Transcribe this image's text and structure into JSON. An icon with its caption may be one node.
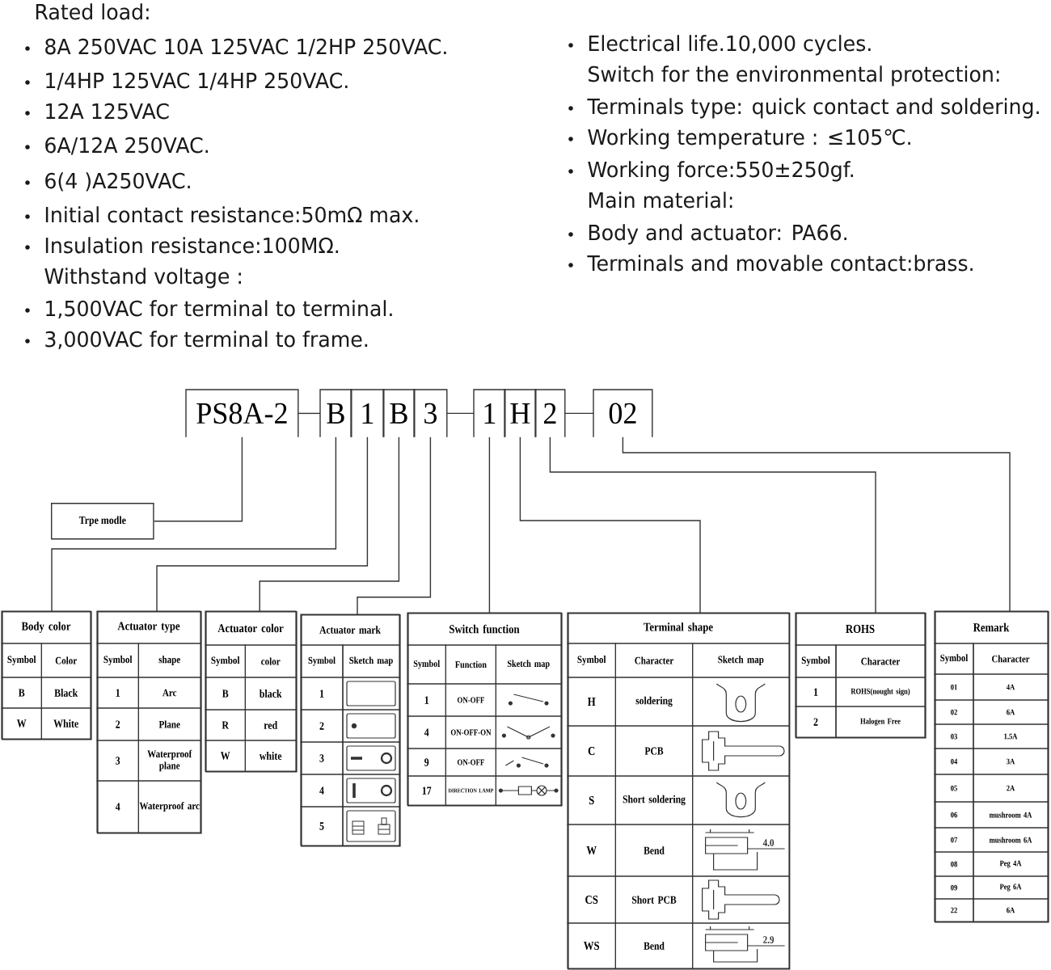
{
  "diagram": {
    "nodes": [
      {
        "text": [
          "PS8A-2"
        ]
      },
      {
        "text": [
          "B"
        ]
      },
      {
        "text": [
          "1"
        ]
      },
      {
        "text": [
          "B"
        ]
      },
      {
        "text": [
          "3"
        ]
      },
      {
        "text": [
          "1"
        ]
      },
      {
        "text": [
          "H"
        ]
      },
      {
        "text": [
          "2"
        ]
      },
      {
        "text": [
          "02"
        ]
      },
      {
        "text": [
          "Trpe modle"
        ]
      },
      {
        "text": [
          "Body color",
          "Symbol",
          "Color",
          "B",
          "Black",
          "W",
          "White"
        ]
      },
      {
        "text": [
          "Actuator type",
          "Symbol",
          "shape",
          "1",
          "Arc",
          "2",
          "Plane",
          "3",
          "Waterproof plane",
          "4",
          "Waterproof arc"
        ]
      },
      {
        "text": [
          "Actuator color",
          "Symbol",
          "color",
          "B",
          "black",
          "R",
          "red",
          "W",
          "white"
        ]
      },
      {
        "text": [
          "Actuator mark",
          "Symbol",
          "Sketch map",
          "1",
          "2",
          "3",
          "4",
          "5"
        ]
      },
      {
        "text": [
          "Switch function",
          "Symbol",
          "Function",
          "Sketch map",
          "1",
          "ON-OFF",
          "4",
          "ON-OFF-ON",
          "9",
          "ON-OFF",
          "17",
          "DIRECTION LAMP"
        ]
      },
      {
        "text": [
          "Terminal shape",
          "Symbol",
          "Character",
          "Sketch map",
          "H",
          "soldering",
          "C",
          "PCB",
          "S",
          "Short soldering",
          "W",
          "Bend",
          "CS",
          "Short PCB",
          "WS",
          "Bend"
        ]
      },
      {
        "text": [
          "ROHS",
          "Symbol",
          "Character",
          "1",
          "ROHS(nought sign)",
          "2",
          "Halogen Free"
        ]
      },
      {
        "text": [
          "Remark",
          "Symbol",
          "Character",
          "01",
          "4A",
          "02",
          "6A",
          "03",
          "1.5A",
          "04",
          "3A",
          "05",
          "2A",
          "06",
          "mushroom 4A",
          "07",
          "mushroom 6A",
          "08",
          "Peg 4A",
          "09",
          "Peg 6A",
          "22",
          "6A"
        ]
      }
    ],
    "edges": [
      {
        "from": 0,
        "to": 1,
        "arrow": "none"
      },
      {
        "from": 4,
        "to": 5,
        "arrow": "none"
      },
      {
        "from": 7,
        "to": 8,
        "arrow": "none"
      },
      {
        "from": 0,
        "to": 9,
        "arrow": "none"
      },
      {
        "from": 1,
        "to": 10,
        "arrow": "none"
      },
      {
        "from": 2,
        "to": 11,
        "arrow": "none"
      },
      {
        "from": 3,
        "to": 12,
        "arrow": "none"
      },
      {
        "from": 4,
        "to": 13,
        "arrow": "none"
      },
      {
        "from": 5,
        "to": 14,
        "arrow": "none"
      },
      {
        "from": 6,
        "to": 15,
        "arrow": "none"
      },
      {
        "from": 7,
        "to": 16,
        "arrow": "none"
      },
      {
        "from": 8,
        "to": 17,
        "arrow": "none"
      }
    ],
    "labels": [
      "Rated load:",
      "8A 250VAC 10A 125VAC 1/2HP 250VAC.",
      "1/4HP 125VAC 1/4HP 250VAC.",
      "12A 125VAC",
      "6A/12A 250VAC.",
      "6(4 )A250VAC.",
      "Initial contact resistance:50mΩ max.",
      "Insulation resistance:100MΩ.",
      "Withstand voltage :",
      "1,500VAC for terminal to terminal.",
      "3,000VAC for terminal to frame.",
      "Electrical life.10,000 cycles.",
      "Switch for the environmental protection:",
      "Terminals type: quick contact and soldering.",
      "Working temperature : ≤105℃.",
      "Working force:550±250gf.",
      "Main material:",
      "Body and actuator: PA66.",
      "Terminals and movable contact:brass.",
      "4.0",
      "2.9"
    ]
  }
}
